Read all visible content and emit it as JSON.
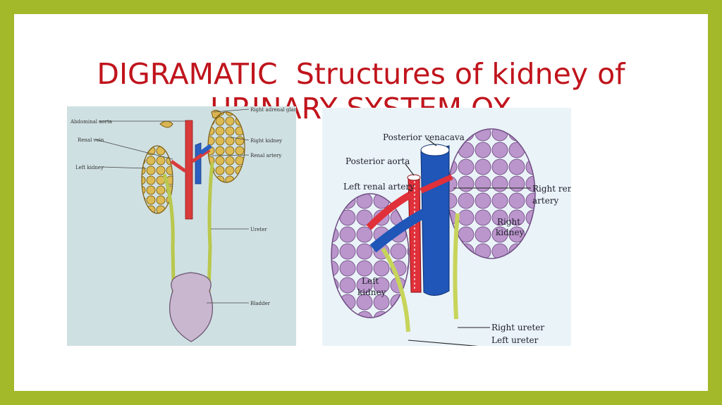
{
  "slide": {
    "title_line1": "DIGRAMATIC  Structures of kidney of",
    "title_line2": "URINARY SYSTEM OX"
  },
  "figure1": {
    "labels": {
      "right_adrenal_gland": "Right adrenal gland",
      "abdominal_aorta": "Abdominal aorta",
      "renal_vein": "Renal vein",
      "right_kidney": "Right kidney",
      "renal_artery": "Renal artery",
      "left_kidney": "Left kidney",
      "ureter": "Ureter",
      "bladder": "Bladder"
    }
  },
  "figure2": {
    "labels": {
      "posterior_venacava": "Posterior venacava",
      "posterior_aorta": "Posterior aorta",
      "left_renal_artery": "Left renal artery",
      "right_renal_artery_line1": "Right renal",
      "right_renal_artery_line2": "artery",
      "right_kidney_line1": "Right",
      "right_kidney_line2": "kidney",
      "left_kidney_line1": "Left",
      "left_kidney_line2": "kidney",
      "right_ureter": "Right ureter",
      "left_ureter": "Left ureter"
    }
  },
  "colors": {
    "frame": "#a4b92a",
    "title": "#c0141c",
    "artery": "#e0303a",
    "vein": "#1f56b8",
    "kidney_fig1": "#d6b24a",
    "kidney_fig2": "#b892c8",
    "ureter": "#c7d45a"
  }
}
